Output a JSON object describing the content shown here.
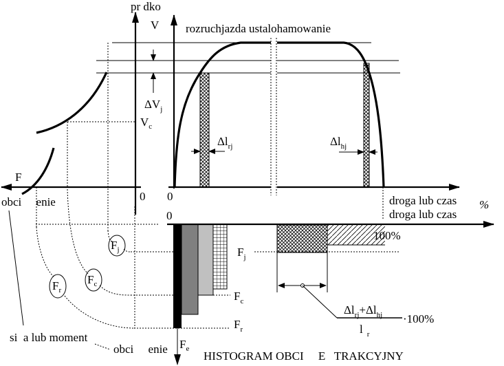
{
  "top": {
    "speed_axis_title": "pr  dko",
    "speed_axis_symbol": "V",
    "phases_label": "rozruchjazda ustalohamowanie",
    "delta_v": {
      "base": "ΔV",
      "sub": "j"
    },
    "v_c": {
      "base": "V",
      "sub": "c"
    },
    "delta_l_r": {
      "base": "Δl",
      "sub": "rj"
    },
    "delta_l_h": {
      "base": "Δl",
      "sub": "hj"
    },
    "force_axis_symbol": "F",
    "force_axis_label": "obci     enie",
    "origin_left": "0",
    "origin_right": "0",
    "x_axis_label": "droga lub czas",
    "percent_sign": "%"
  },
  "bottom": {
    "origin": "0",
    "x_axis_label": "droga lub czas",
    "f_j": {
      "base": "F",
      "sub": "j"
    },
    "f_c": {
      "base": "F",
      "sub": "c"
    },
    "f_r": {
      "base": "F",
      "sub": "r"
    },
    "f_e": {
      "base": "F",
      "sub": "e"
    },
    "circle_j": {
      "base": "F",
      "sub": "j"
    },
    "circle_c": {
      "base": "F",
      "sub": "c"
    },
    "circle_r": {
      "base": "F",
      "sub": "r"
    },
    "hundred_percent": "100%",
    "formula": {
      "num_a": "Δl",
      "num_a_sub": "rj",
      "plus": "+",
      "num_b": "Δl",
      "num_b_sub": "hj",
      "den": "l",
      "den_sub": "r",
      "times": "·100%"
    },
    "force_label": "si  a lub moment",
    "load_label": "obci     enie",
    "title": "HISTOGRAM OBCI     E   TRAKCYJNY"
  },
  "colors": {
    "black": "#000000",
    "dark_gray": "#808080",
    "light_gray": "#c0c0c0"
  }
}
